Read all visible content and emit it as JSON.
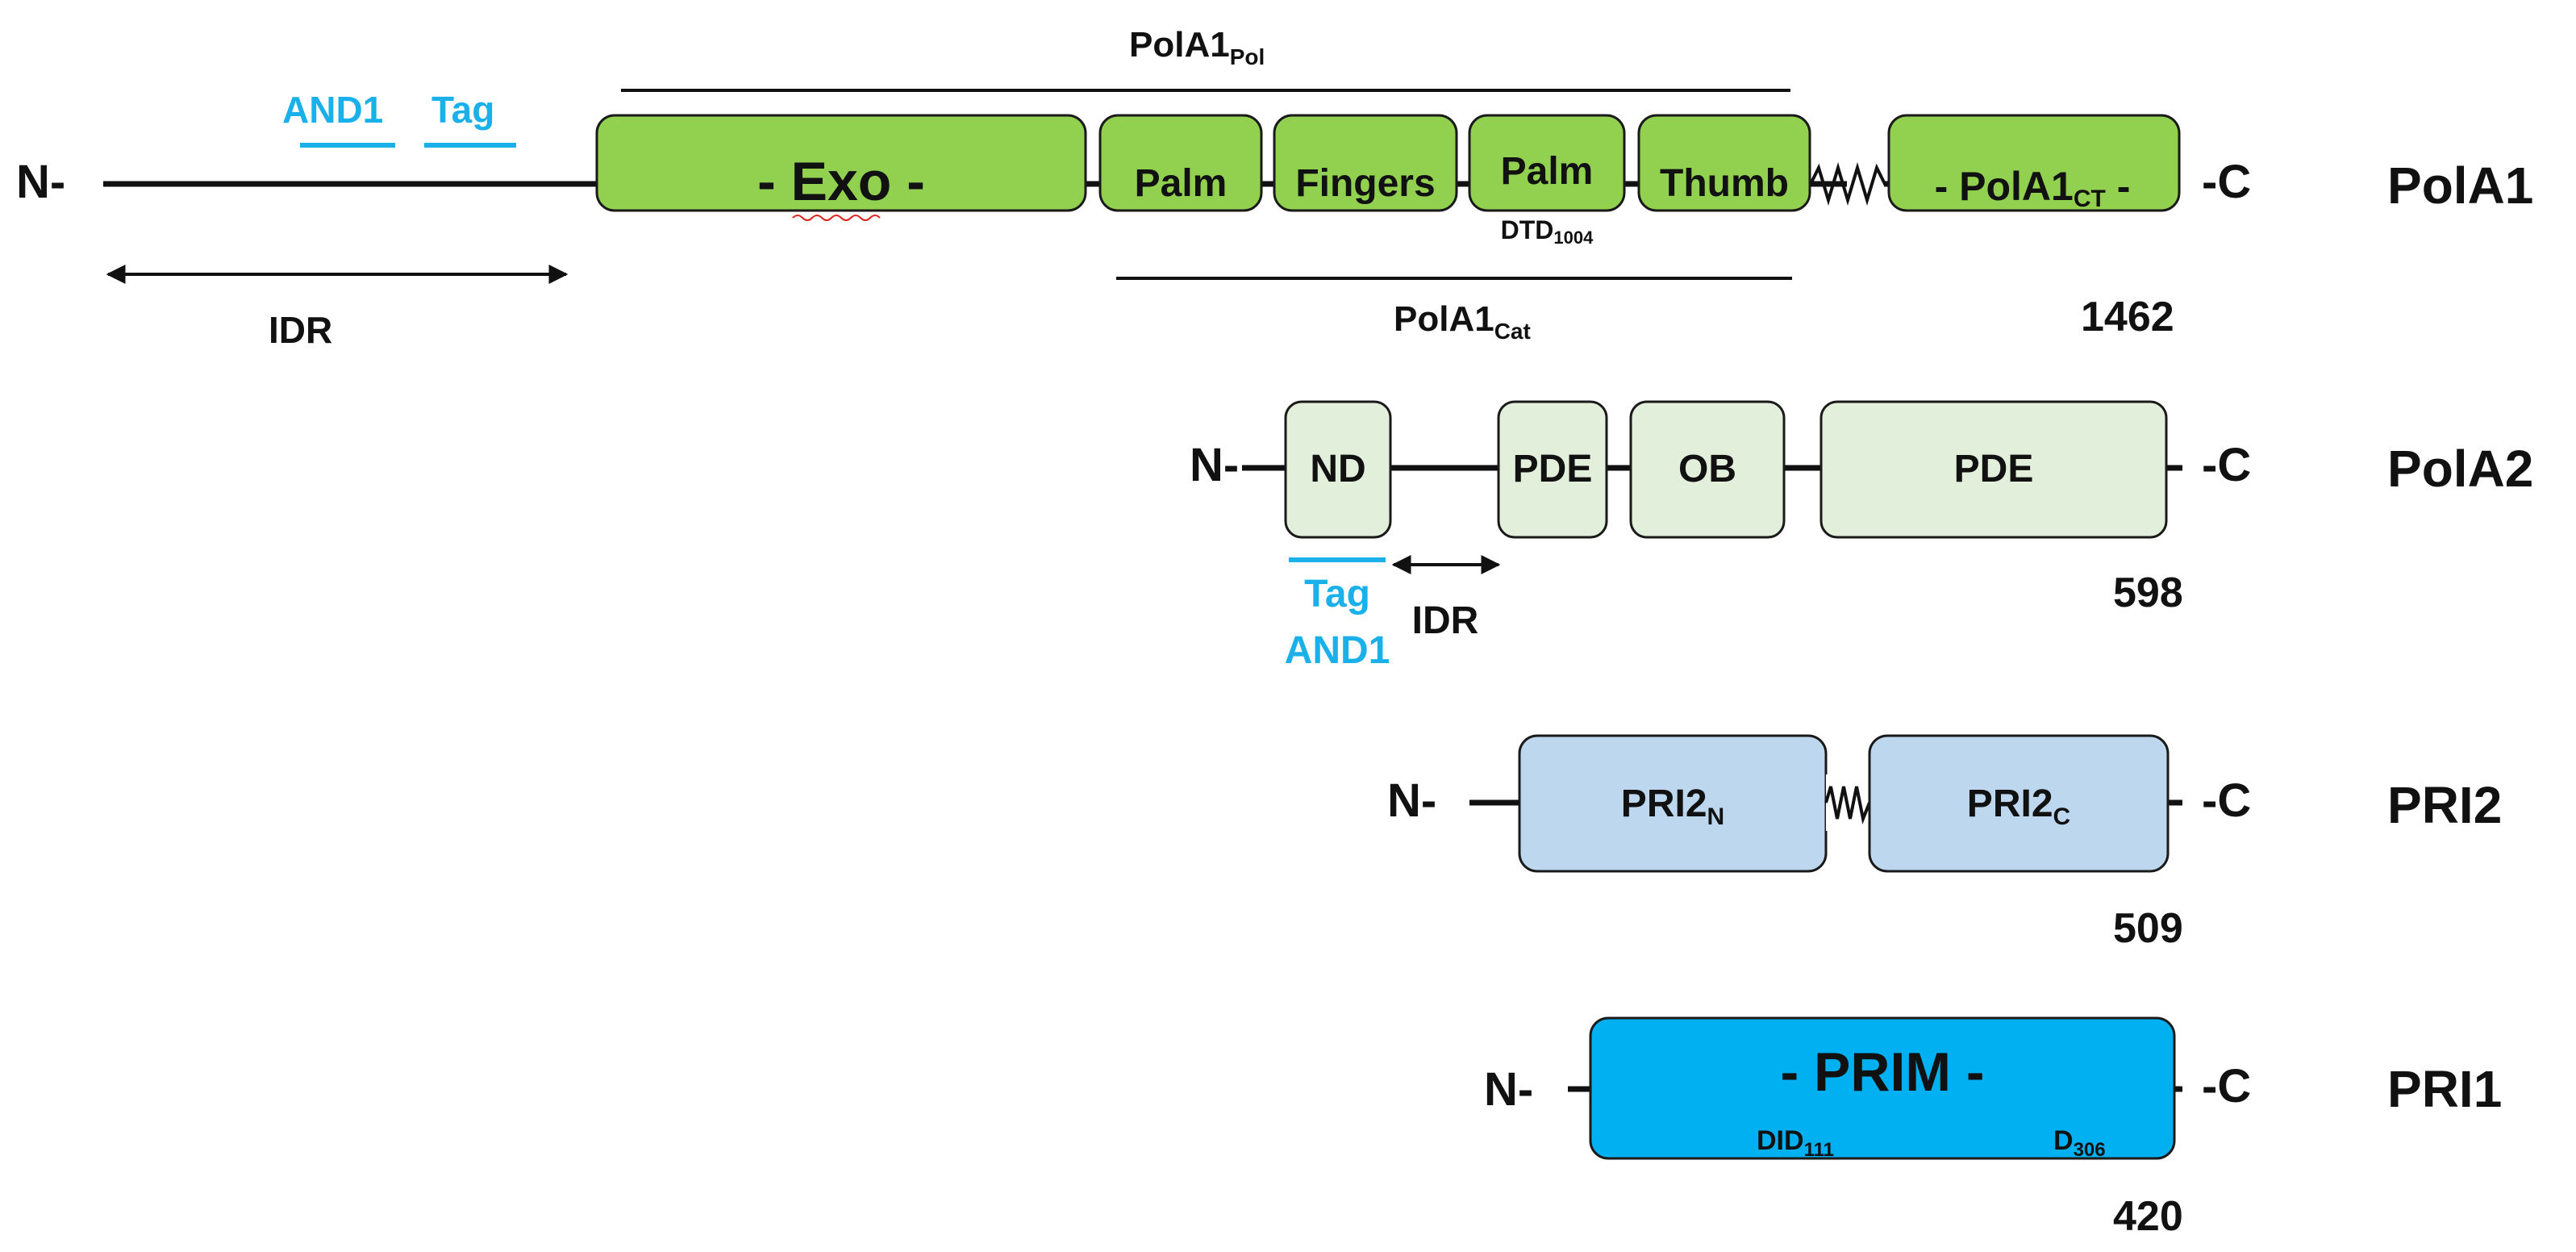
{
  "colors": {
    "pola1_domain": "#92d050",
    "pola2_domain": "#e2efda",
    "pri2_domain": "#bdd7ee",
    "pri1_domain": "#00b0f0",
    "annotation_blue": "#1ab0ea"
  },
  "pola1": {
    "name": "PolA1",
    "n_term": "N-",
    "c_term": "-C",
    "length": "1462",
    "pol_label": "PolA1",
    "pol_sub": "Pol",
    "cat_label": "PolA1",
    "cat_sub": "Cat",
    "and1": "AND1",
    "tag": "Tag",
    "idr": "IDR",
    "exo": "- Exo -",
    "palm1": "Palm",
    "fingers": "Fingers",
    "palm2": "Palm",
    "dtd": "DTD",
    "dtd_sub": "1004",
    "thumb": "Thumb",
    "ct_pre": "- PolA1",
    "ct_sub": "CT",
    "ct_post": " -"
  },
  "pola2": {
    "name": "PolA2",
    "n_term": "N-",
    "c_term": "-C",
    "length": "598",
    "nd": "ND",
    "pde1": "PDE",
    "ob": "OB",
    "pde2": "PDE",
    "tag": "Tag",
    "and1": "AND1",
    "idr": "IDR"
  },
  "pri2": {
    "name": "PRI2",
    "n_term": "N-",
    "c_term": "-C",
    "length": "509",
    "n_label": "PRI2",
    "n_sub": "N",
    "c_label": "PRI2",
    "c_sub": "C"
  },
  "pri1": {
    "name": "PRI1",
    "n_term": "N-",
    "c_term": "-C",
    "length": "420",
    "prim": "- PRIM -",
    "did": "DID",
    "did_sub": "111",
    "d": "D",
    "d_sub": "306"
  }
}
